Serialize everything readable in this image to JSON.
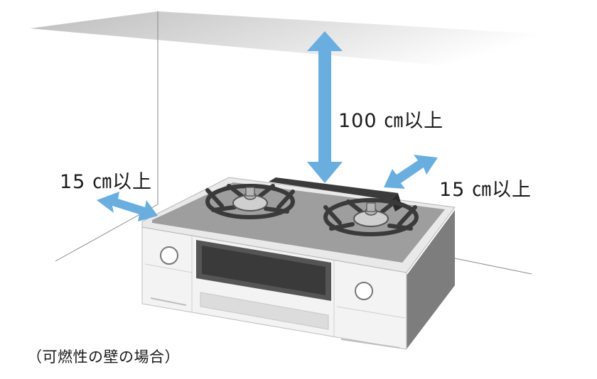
{
  "labels": {
    "top_clearance": "100 ㎝以上",
    "left_clearance": "15 ㎝以上",
    "right_clearance": "15 ㎝以上",
    "caption": "（可燃性の壁の場合）"
  },
  "colors": {
    "arrow": "#6aaee0",
    "line": "#777777",
    "cabinet": "#f2f2f2",
    "cooktop": "#9b9b9b",
    "grate": "#3d3d3d"
  }
}
